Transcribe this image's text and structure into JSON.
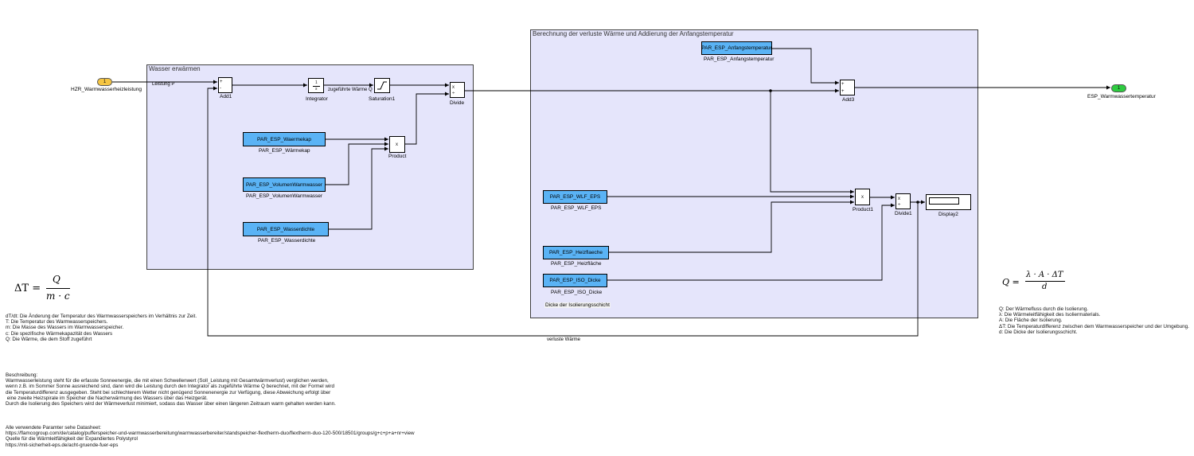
{
  "colors": {
    "area_bg": "#e5e5fb",
    "constant_bg": "#5ab3f5",
    "inport_bg": "#f5c542",
    "outport_bg": "#2ecc40",
    "wire": "#000000"
  },
  "areas": {
    "heating": "Wasser erwärmen",
    "loss": "Berechnung der verluste Wärme und Addierung der Anfangstemperatur"
  },
  "inport": {
    "number": "1",
    "name": "HZR_Warmwasserheizleistung"
  },
  "outport": {
    "number": "1",
    "name": "ESP_Warmwassertemperatur"
  },
  "signals": {
    "leistung": "Leistung P",
    "waerme": "zugeführte Wärme Q",
    "verlust": "verluste Wärme"
  },
  "blocks": {
    "add1": "Add1",
    "integrator": "Integrator",
    "integrator_symbol_num": "1",
    "integrator_symbol_den": "s",
    "saturation": "Saturation1",
    "divide": "Divide",
    "product": "Product",
    "add3": "Add3",
    "product1": "Product1",
    "divide1": "Divide1",
    "display": "Display2",
    "op_mul": "x",
    "op_div": "÷",
    "op_plus": "+",
    "op_minus": "-"
  },
  "constants": {
    "waermekap": {
      "value": "PAR_ESP_Waermekap",
      "name": "PAR_ESP_Wärmekap"
    },
    "volumen": {
      "value": "PAR_ESP_VolumenWarmwasser",
      "name": "PAR_ESP_VolumenWarmwasser"
    },
    "dichte": {
      "value": "PAR_ESP_Wasserdichte",
      "name": "PAR_ESP_Wasserdichte"
    },
    "anfang": {
      "value": "PAR_ESP_Anfangstemperatur",
      "name": "PAR_ESP_Anfangstemperatur"
    },
    "wlf": {
      "value": "PAR_ESP_WLF_EPS",
      "name": "PAR_ESP_WLF_EPS"
    },
    "heizflaeche": {
      "value": "PAR_ESP_Heizflaeche",
      "name": "PAR_ESP_Heizfläche"
    },
    "iso": {
      "value": "PAR_ESP_ISO_Dicke",
      "name": "PAR_ESP_ISO_Dicke"
    }
  },
  "iso_note": "Dicke der Isolierungsschicht",
  "formula_left": {
    "lhs": "ΔT =",
    "num": "Q",
    "den": "m · c"
  },
  "formula_right": {
    "lhs": "Q =",
    "num": "λ · A · ΔT",
    "den": "d"
  },
  "legend_left": [
    "dT/dt: Die Änderung der Temperatur des Warmwasserspeichers im Verhältnis zur Zeit.",
    "T: Die Temperatur des Warmwasserspeichers.",
    "m: Die Masse des Wassers im Warmwasserspeicher.",
    "c: Die spezifische Wärmekapazität des Wassers",
    "Q: Die Wärme, die dem Stoff zugeführt"
  ],
  "legend_right": [
    "Q: Der Wärmefluss durch die Isolierung.",
    "λ: Die Wärmeleitfähigkeit des Isoliermaterials.",
    "A: Die Fläche der Isolierung.",
    "ΔT: Die Temperaturdifferenz zwischen dem Warmwasserspeicher und der Umgebung.",
    "d: Die Dicke der Isolierungsschicht."
  ],
  "description": [
    "Beschreibung:",
    "Warmwasserleistung steht für die erfasste Sonneenergie, die mit einen Schwellenwert (Soll_Leistung mit Gesamtwärmverlust) verglichen werden,",
    "wenn z.B. im Sommer Sonne ausreichend sind, dann wird die Leistung durch den Integrator als zugeführte Wärme Q berechnet, mit der Formel wird",
    "die Temperaturdifferenz ausgegeben. Steht bei schlechterem Wetter nicht genügend Sonnenenergie zur Verfügung, diese Abweichung erfolgt über",
    " eine zweite Heizspirale im Speicher die Nacherwärmung des Wassers über das Heizgerät.",
    "Durch die Isolierung des Speichers wird der Wärmeverlust minimiert, sodass das Wasser über einen längeren Zeitraum warm gehalten werden kann."
  ],
  "sources": [
    "Alle verwendete Paramter sehe Datasheet:",
    "https://flamcogroup.com/de/catalog/pufferspeicher-und-warmwasserbereitung/warmwasserbereiter/standspeicher-flextherm-duo/flextherm-duo-120-500/18501/groups/g+c+p+a+nr+view",
    "Quelle für die Wärmleitfähigkeit der Expandiertes Polystyrol",
    "https://mit-sicherheit-eps.de/acht-gruende-fuer-eps"
  ]
}
